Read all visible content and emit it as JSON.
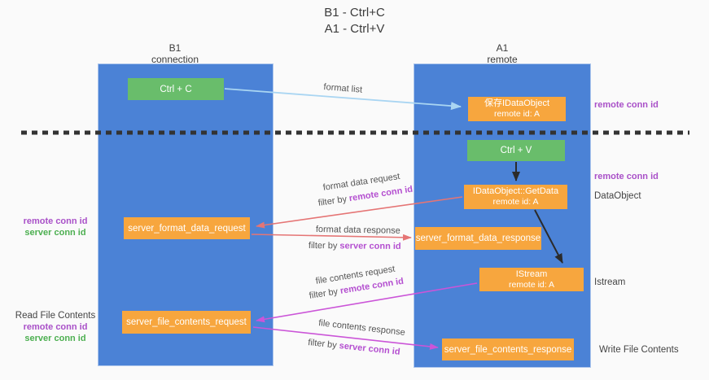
{
  "title": {
    "line1": "B1 - Ctrl+C",
    "line2": "A1 - Ctrl+V"
  },
  "lifelines": {
    "b1": {
      "name": "B1",
      "role": "connection"
    },
    "a1": {
      "name": "A1",
      "role": "remote"
    }
  },
  "nodes": {
    "ctrl_c": {
      "label": "Ctrl + C"
    },
    "ctrl_v": {
      "label": "Ctrl + V"
    },
    "save_idataobject": {
      "line1": "保存IDataObject",
      "line2": "remote id: A"
    },
    "idataobject_getdata": {
      "line1": "IDataObject::GetData",
      "line2": "remote id: A"
    },
    "istream": {
      "line1": "IStream",
      "line2": "remote id: A"
    },
    "server_format_data_request": {
      "label": "server_format_data_request"
    },
    "server_format_data_response": {
      "label": "server_format_data_response"
    },
    "server_file_contents_request": {
      "label": "server_file_contents_request"
    },
    "server_file_contents_response": {
      "label": "server_file_contents_response"
    }
  },
  "arrows": {
    "format_list": {
      "label": "format list"
    },
    "format_data_request": {
      "label": "format data request",
      "filter_prefix": "filter by ",
      "filter_value": "remote conn id"
    },
    "format_data_response": {
      "label": "format data response",
      "filter_prefix": "filter by ",
      "filter_value": "server conn id"
    },
    "file_contents_request": {
      "label": "file contents request",
      "filter_prefix": "filter by ",
      "filter_value": "remote conn id"
    },
    "file_contents_response": {
      "label": "file contents response",
      "filter_prefix": "filter by ",
      "filter_value": "server conn id"
    }
  },
  "side_labels": {
    "right_top_remote_conn_id": "remote conn id",
    "right_mid_remote_conn_id": "remote conn id",
    "dataobject": "DataObject",
    "istream": "Istream",
    "write_file_contents": "Write File Contents",
    "left_top": {
      "remote": "remote conn id",
      "server": "server conn id"
    },
    "left_bottom": {
      "read": "Read File Contents",
      "remote": "remote conn id",
      "server": "server conn id"
    }
  },
  "colors": {
    "lifeline_blue": "#4b82d6",
    "action_green": "#69bd6b",
    "message_orange": "#f7a63e",
    "conn_id_purple": "#a950c8",
    "server_conn_green": "#4caf50",
    "format_arrow_salmon": "#e57575",
    "file_arrow_magenta": "#cb55d8",
    "format_list_arrow_blue": "#a9d5f2",
    "divider_black": "#333333"
  }
}
